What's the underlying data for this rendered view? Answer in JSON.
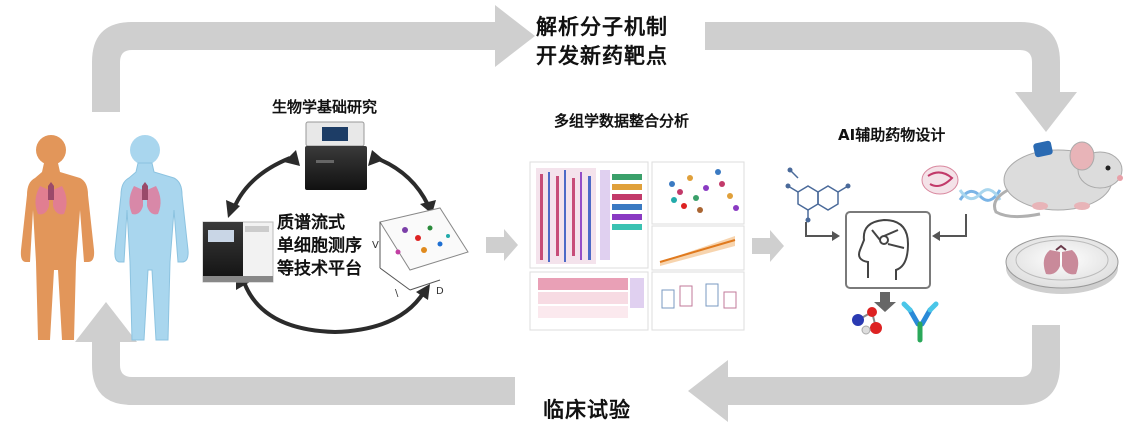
{
  "top_label_line1": "解析分子机制",
  "top_label_line2": "开发新药靶点",
  "bottom_label": "临床试验",
  "section_basic_research": "生物学基础研究",
  "platform_lines": [
    "质谱流式",
    "单细胞测序",
    "等技术平台"
  ],
  "section_multiomics": "多组学数据整合分析",
  "section_ai_design": "AI辅助药物设计",
  "colors": {
    "arrow_gray": "#cfcfcf",
    "cycle_arrow": "#2b2b2b",
    "human_orange": "#e2965a",
    "human_blue": "#a9d6ee",
    "lung_pink": "#e07a9b"
  }
}
